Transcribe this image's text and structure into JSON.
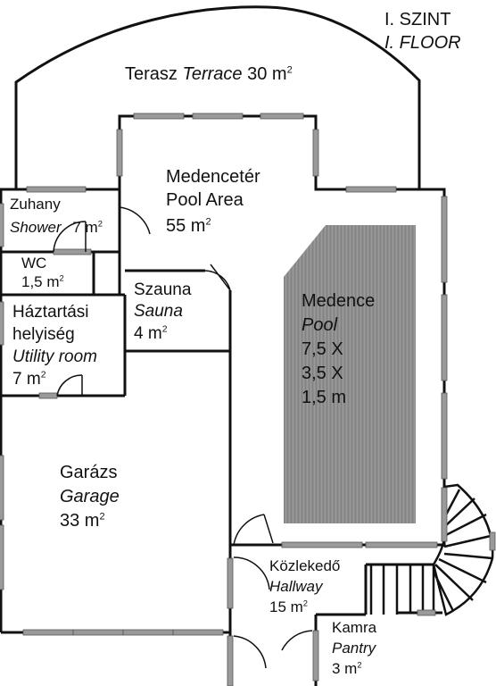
{
  "floor": {
    "hu": "I. SZINT",
    "en": "I. FLOOR"
  },
  "rooms": {
    "terrace": {
      "hu": "Terasz",
      "en": "Terrace",
      "area": "30 m",
      "sup": "2"
    },
    "pool_area": {
      "hu": "Medencetér",
      "en": "Pool Area",
      "area": "55 m",
      "sup": "2"
    },
    "shower": {
      "hu": "Zuhany",
      "en": "Shower",
      "area": "7 m",
      "sup": "2"
    },
    "wc": {
      "hu": "WC",
      "area": "1,5 m",
      "sup": "2"
    },
    "sauna": {
      "hu": "Szauna",
      "en": "Sauna",
      "area": "4 m",
      "sup": "2"
    },
    "utility": {
      "hu1": "Háztartási",
      "hu2": "helyiség",
      "en": "Utility room",
      "area": "7 m",
      "sup": "2"
    },
    "pool": {
      "hu": "Medence",
      "en": "Pool",
      "dim1": "7,5 X",
      "dim2": "3,5 X",
      "dim3": "1,5 m"
    },
    "garage": {
      "hu": "Garázs",
      "en": "Garage",
      "area": "33 m",
      "sup": "2"
    },
    "hallway": {
      "hu": "Közlekedő",
      "en": "Hallway",
      "area": "15 m",
      "sup": "2"
    },
    "pantry": {
      "hu": "Kamra",
      "en": "Pantry",
      "area": "3 m",
      "sup": "2"
    }
  },
  "colors": {
    "wall": "#111111",
    "window": "#9a9a9a",
    "pool": "#8c8c8c",
    "background": "#ffffff"
  }
}
